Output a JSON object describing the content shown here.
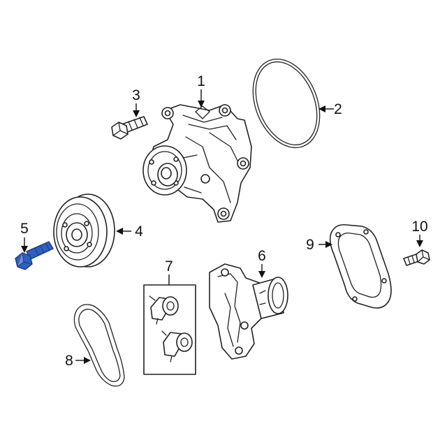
{
  "callouts": [
    {
      "id": "1",
      "label": "1",
      "part": "water-pump"
    },
    {
      "id": "2",
      "label": "2",
      "part": "pump-gasket-ring"
    },
    {
      "id": "3",
      "label": "3",
      "part": "pump-bolt"
    },
    {
      "id": "4",
      "label": "4",
      "part": "pulley"
    },
    {
      "id": "5",
      "label": "5",
      "part": "pulley-bolt",
      "highlighted": true
    },
    {
      "id": "6",
      "label": "6",
      "part": "thermostat-housing"
    },
    {
      "id": "7",
      "label": "7",
      "part": "thermostat-kit"
    },
    {
      "id": "8",
      "label": "8",
      "part": "drive-belt"
    },
    {
      "id": "9",
      "label": "9",
      "part": "housing-gasket"
    },
    {
      "id": "10",
      "label": "10",
      "part": "housing-bolt"
    }
  ],
  "colors": {
    "line": "#222222",
    "text": "#111111",
    "highlight": "#2f5fbf",
    "highlight_dark": "#173a86",
    "background": "#ffffff"
  }
}
